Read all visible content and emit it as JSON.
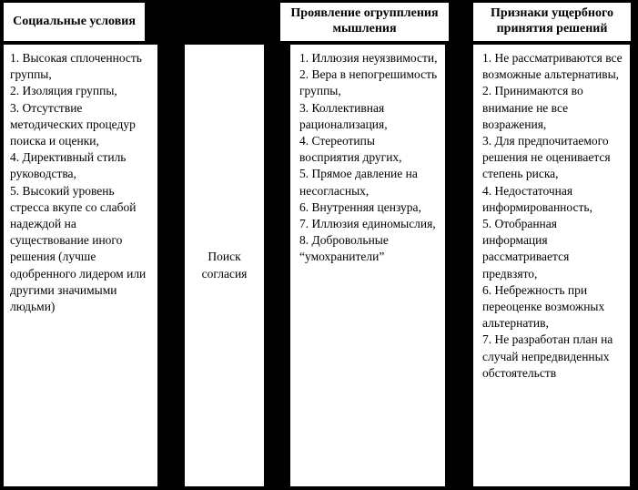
{
  "headers": {
    "col1": "Социальные условия",
    "col3": "Проявление огруппления мышления",
    "col4": "Признаки ущербного принятия решений"
  },
  "col1_items": [
    "1. Высокая сплоченность группы,",
    "2. Изоляция группы,",
    "3. Отсутствие методических процедур поиска и оценки,",
    "4. Директивный стиль руководства,",
    "5. Высокий уровень стресса вкупе со слабой надеждой на существование иного решения (лучше одобренного лидером или другими значимыми людьми)"
  ],
  "col2_text": "Поиск согласия",
  "col3_items": [
    "1. Иллюзия неуязвимости,",
    "2. Вера в непогрешимость группы,",
    "3. Коллективная рационализация,",
    "4. Стереотипы восприятия других,",
    "5. Прямое давление на несогласных,",
    "6. Внутренняя цензура,",
    "7. Иллюзия единомыслия,",
    "8. Добровольные “умохранители”"
  ],
  "col4_items": [
    "1. Не рассматриваются все возможные альтернативы,",
    "2. Принимаются во внимание не все возражения,",
    "3. Для предпочитаемого решения не оценивается степень риска,",
    "4. Недостаточная информированность,",
    "5. Отобранная информация рассматривается предвзято,",
    "6. Небрежность при переоценке возможных альтернатив,",
    "7. Не разработан план на случай непредвиденных обстоятельств"
  ]
}
